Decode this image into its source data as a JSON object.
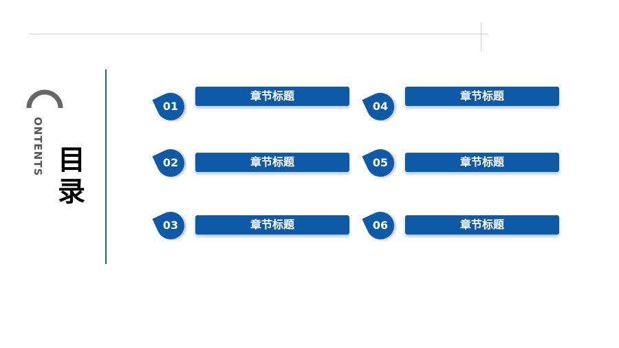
{
  "title": "目录",
  "subtitle_initial": "C",
  "subtitle_rest": "ONTENTS",
  "items": [
    {
      "num": "01",
      "label": "章节标题"
    },
    {
      "num": "02",
      "label": "章节标题"
    },
    {
      "num": "03",
      "label": "章节标题"
    },
    {
      "num": "04",
      "label": "章节标题"
    },
    {
      "num": "05",
      "label": "章节标题"
    },
    {
      "num": "06",
      "label": "章节标题"
    }
  ],
  "colors": {
    "accent": "#0e5aa7",
    "gray": "#555555"
  }
}
